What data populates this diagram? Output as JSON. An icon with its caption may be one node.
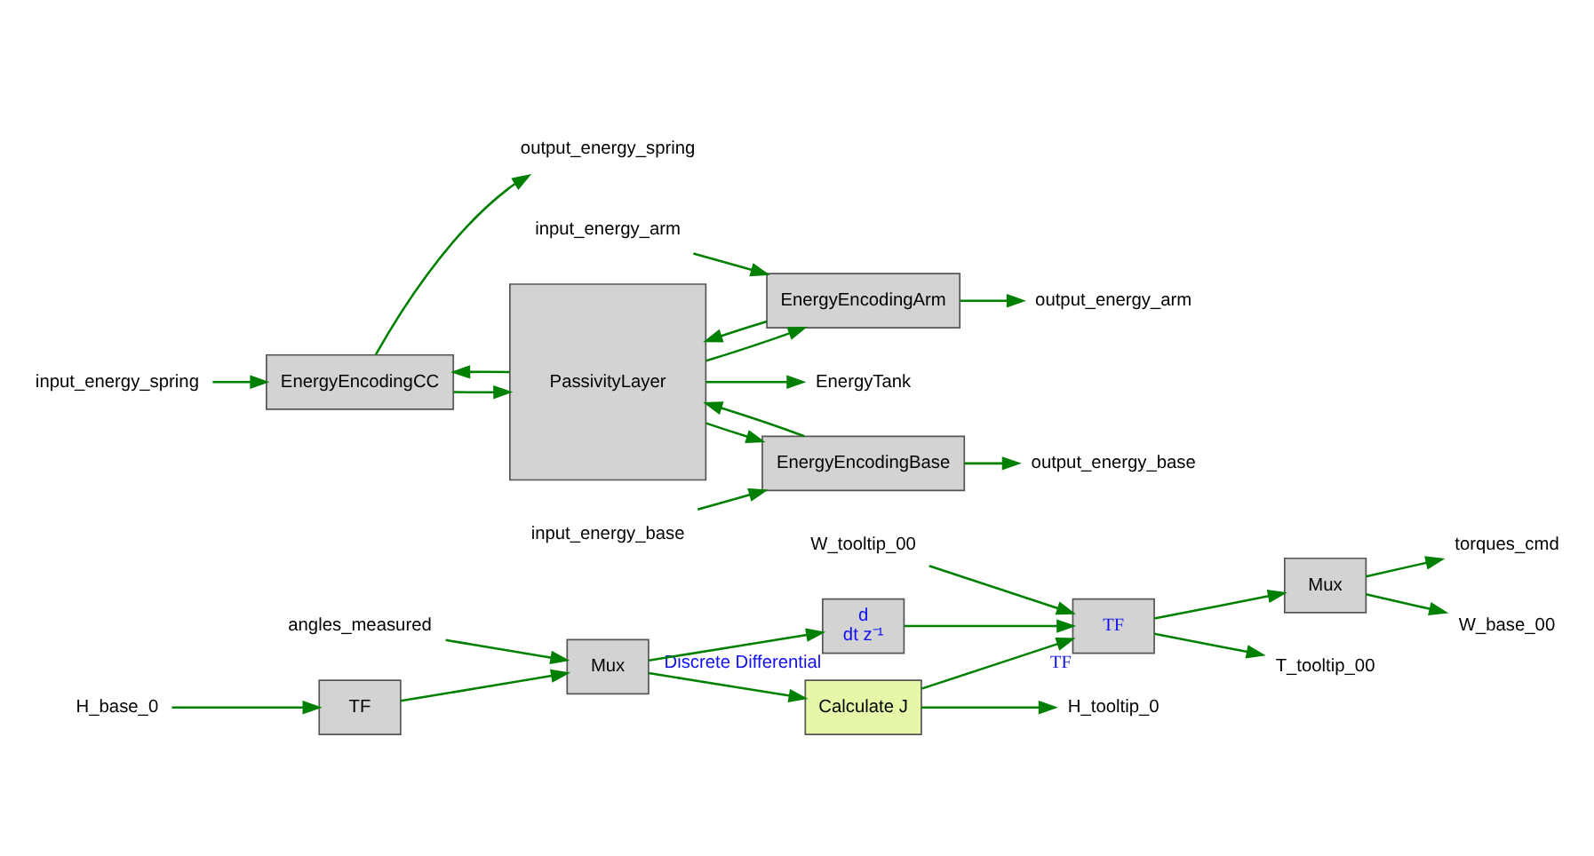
{
  "diagram": {
    "nodes": [
      {
        "text": [
          "TF"
        ]
      },
      {
        "text": [
          "H_base_0"
        ]
      },
      {
        "text": [
          "Calculate J"
        ]
      },
      {
        "text": [
          "Mux"
        ]
      },
      {
        "text": [
          "angles_measured"
        ]
      },
      {
        "text": [
          "H_tooltip_0"
        ]
      },
      {
        "text": [
          "d",
          "dt z⁻¹"
        ],
        "beside": [
          "Discrete Differential"
        ]
      },
      {
        "text": [
          "W_tooltip_00"
        ]
      },
      {
        "text": [
          "TF"
        ],
        "beside": [
          "TF"
        ]
      },
      {
        "text": [
          "Mux"
        ]
      },
      {
        "text": [
          "torques_cmd"
        ]
      },
      {
        "text": [
          "W_base_00"
        ]
      },
      {
        "text": [
          "T_tooltip_00"
        ]
      },
      {
        "text": [
          "output_energy_spring"
        ]
      },
      {
        "text": [
          "input_energy_spring"
        ]
      },
      {
        "text": [
          "EnergyEncodingCC"
        ]
      },
      {
        "text": [
          "PassivityLayer"
        ]
      },
      {
        "text": [
          "EnergyEncodingArm"
        ]
      },
      {
        "text": [
          "output_energy_arm"
        ]
      },
      {
        "text": [
          "input_energy_arm"
        ]
      },
      {
        "text": [
          "EnergyEncodingBase"
        ]
      },
      {
        "text": [
          "output_energy_base"
        ]
      },
      {
        "text": [
          "input_energy_base"
        ]
      },
      {
        "text": [
          "EnergyTank"
        ]
      }
    ],
    "edges": [
      {
        "from": 1,
        "to": 0,
        "arrow": "to"
      },
      {
        "from": 0,
        "to": 3,
        "arrow": "to"
      },
      {
        "from": 4,
        "to": 3,
        "arrow": "to"
      },
      {
        "from": 3,
        "to": 2,
        "arrow": "to"
      },
      {
        "from": 3,
        "to": 6,
        "arrow": "to"
      },
      {
        "from": 2,
        "to": 5,
        "arrow": "to"
      },
      {
        "from": 2,
        "to": 8,
        "arrow": "to"
      },
      {
        "from": 6,
        "to": 8,
        "arrow": "to"
      },
      {
        "from": 7,
        "to": 8,
        "arrow": "to"
      },
      {
        "from": 8,
        "to": 9,
        "arrow": "to"
      },
      {
        "from": 9,
        "to": 10,
        "arrow": "to"
      },
      {
        "from": 9,
        "to": 11,
        "arrow": "to"
      },
      {
        "from": 8,
        "to": 12,
        "arrow": "to"
      },
      {
        "from": 15,
        "to": 13,
        "arrow": "to"
      },
      {
        "from": 14,
        "to": 15,
        "arrow": "to"
      },
      {
        "from": 15,
        "to": 16,
        "arrow": "to"
      },
      {
        "from": 16,
        "to": 15,
        "arrow": "to"
      },
      {
        "from": 17,
        "to": 16,
        "arrow": "to"
      },
      {
        "from": 16,
        "to": 17,
        "arrow": "to"
      },
      {
        "from": 20,
        "to": 16,
        "arrow": "to"
      },
      {
        "from": 16,
        "to": 20,
        "arrow": "to"
      },
      {
        "from": 17,
        "to": 18,
        "arrow": "to"
      },
      {
        "from": 19,
        "to": 17,
        "arrow": "to"
      },
      {
        "from": 20,
        "to": 21,
        "arrow": "to"
      },
      {
        "from": 22,
        "to": 20,
        "arrow": "to"
      },
      {
        "from": 16,
        "to": 23,
        "arrow": "to"
      }
    ]
  }
}
